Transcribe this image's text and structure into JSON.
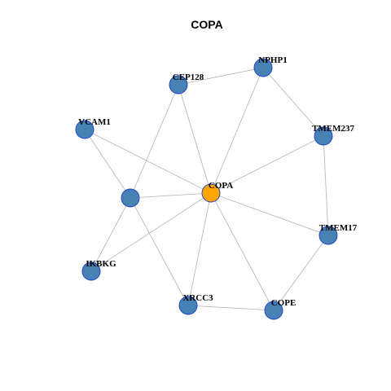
{
  "title": "COPA",
  "colors": {
    "center_node": "#FFA500",
    "node": "#4682B4",
    "node_border": "#1A3CC8",
    "edge": "#B3B3B3"
  },
  "nodes": [
    {
      "id": "COPA",
      "label": "COPA",
      "role": "center"
    },
    {
      "id": "NPHP1",
      "label": "NPHP1",
      "role": "neighbor"
    },
    {
      "id": "CEP128",
      "label": "CEP128",
      "role": "neighbor"
    },
    {
      "id": "VCAM1",
      "label": "VCAM1",
      "role": "neighbor"
    },
    {
      "id": "unlabeled",
      "label": "",
      "role": "neighbor"
    },
    {
      "id": "TMEM237",
      "label": "TMEM237",
      "role": "neighbor"
    },
    {
      "id": "TMEM17",
      "label": "TMEM17",
      "role": "neighbor"
    },
    {
      "id": "IKBKG",
      "label": "IKBKG",
      "role": "neighbor"
    },
    {
      "id": "XRCC3",
      "label": "XRCC3",
      "role": "neighbor"
    },
    {
      "id": "COPE",
      "label": "COPE",
      "role": "neighbor"
    }
  ],
  "edges": [
    [
      "COPA",
      "NPHP1"
    ],
    [
      "COPA",
      "CEP128"
    ],
    [
      "COPA",
      "TMEM237"
    ],
    [
      "COPA",
      "TMEM17"
    ],
    [
      "COPA",
      "unlabeled"
    ],
    [
      "COPA",
      "IKBKG"
    ],
    [
      "COPA",
      "XRCC3"
    ],
    [
      "COPA",
      "COPE"
    ],
    [
      "COPA",
      "VCAM1"
    ],
    [
      "CEP128",
      "NPHP1"
    ],
    [
      "NPHP1",
      "TMEM237"
    ],
    [
      "TMEM237",
      "TMEM17"
    ],
    [
      "TMEM17",
      "COPE"
    ],
    [
      "COPE",
      "XRCC3"
    ],
    [
      "unlabeled",
      "VCAM1"
    ],
    [
      "unlabeled",
      "CEP128"
    ],
    [
      "unlabeled",
      "IKBKG"
    ],
    [
      "unlabeled",
      "XRCC3"
    ]
  ]
}
